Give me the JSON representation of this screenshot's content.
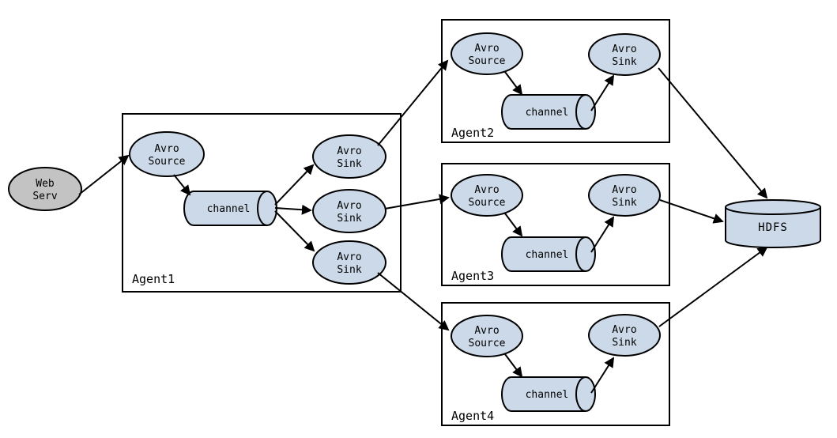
{
  "diagram": {
    "colors": {
      "background": "#ffffff",
      "stroke": "#000000",
      "node_fill": "#ccd9e8",
      "external_fill": "#c3c3c3",
      "text": "#000000"
    },
    "labels": {
      "web_server": {
        "line1": "Web",
        "line2": "Serv"
      },
      "avro_source": {
        "line1": "Avro",
        "line2": "Source"
      },
      "avro_sink": {
        "line1": "Avro",
        "line2": "Sink"
      },
      "channel": "channel",
      "hdfs": "HDFS",
      "agent1": "Agent1",
      "agent2": "Agent2",
      "agent3": "Agent3",
      "agent4": "Agent4"
    }
  }
}
